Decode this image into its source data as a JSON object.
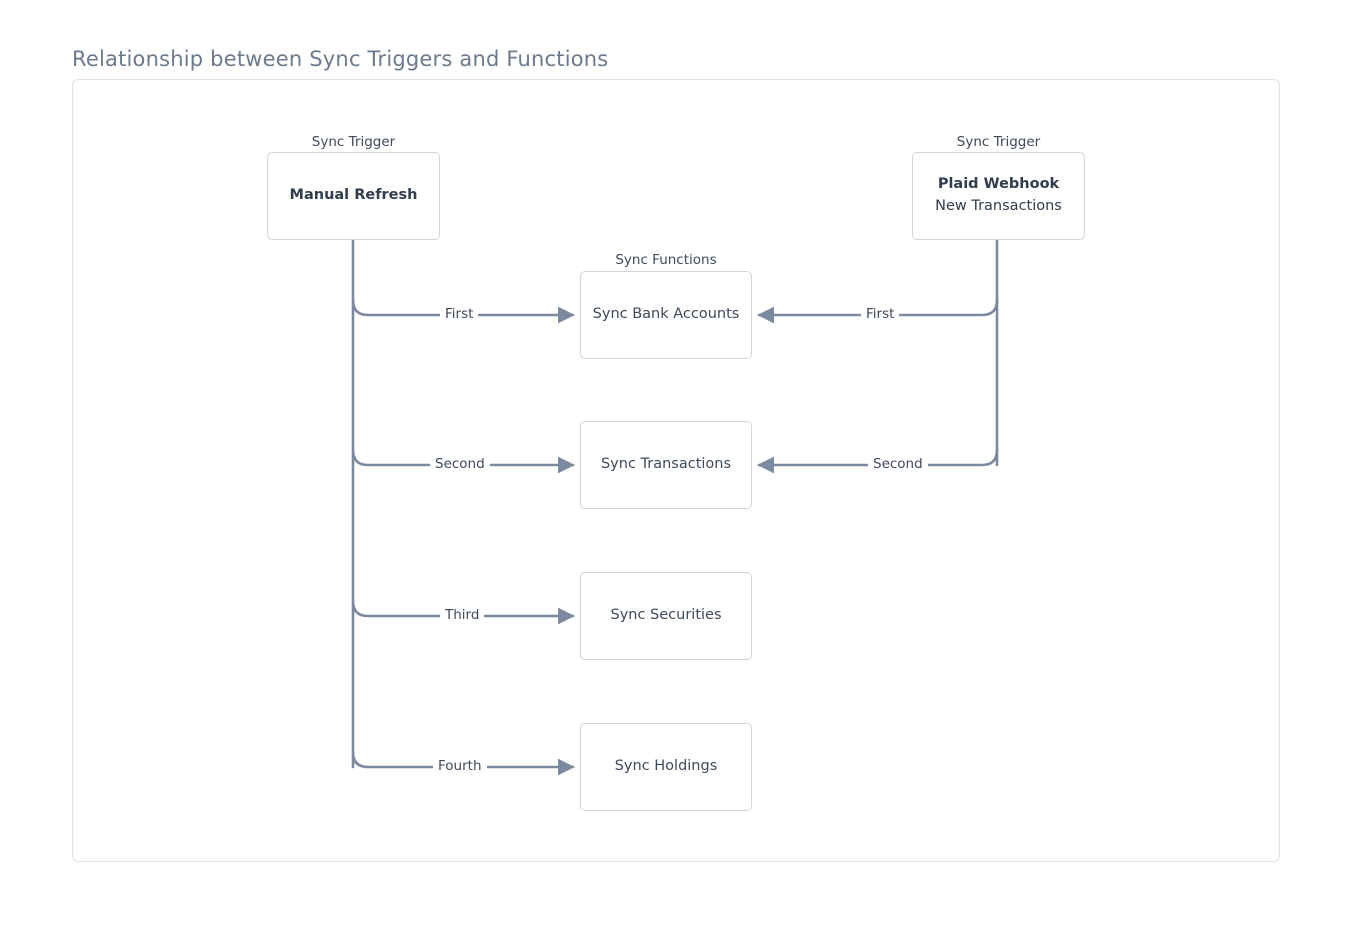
{
  "page": {
    "title": "Relationship between Sync Triggers and Functions"
  },
  "diagram": {
    "type": "flow",
    "group_labels": {
      "trigger_left": "Sync Trigger",
      "trigger_right": "Sync Trigger",
      "functions": "Sync Functions"
    },
    "triggers": [
      {
        "id": "manual-refresh",
        "group_label": "Sync Trigger",
        "primary": "Manual Refresh",
        "secondary": ""
      },
      {
        "id": "plaid-webhook",
        "group_label": "Sync Trigger",
        "primary": "Plaid Webhook",
        "secondary": "New Transactions"
      }
    ],
    "functions": [
      {
        "id": "sync-bank-accounts",
        "label": "Sync Bank Accounts"
      },
      {
        "id": "sync-transactions",
        "label": "Sync Transactions"
      },
      {
        "id": "sync-securities",
        "label": "Sync Securities"
      },
      {
        "id": "sync-holdings",
        "label": "Sync Holdings"
      }
    ],
    "edges": [
      {
        "from": "manual-refresh",
        "to": "sync-bank-accounts",
        "label": "First",
        "direction": "right"
      },
      {
        "from": "manual-refresh",
        "to": "sync-transactions",
        "label": "Second",
        "direction": "right"
      },
      {
        "from": "manual-refresh",
        "to": "sync-securities",
        "label": "Third",
        "direction": "right"
      },
      {
        "from": "manual-refresh",
        "to": "sync-holdings",
        "label": "Fourth",
        "direction": "right"
      },
      {
        "from": "plaid-webhook",
        "to": "sync-bank-accounts",
        "label": "First",
        "direction": "left"
      },
      {
        "from": "plaid-webhook",
        "to": "sync-transactions",
        "label": "Second",
        "direction": "left"
      }
    ],
    "colors": {
      "title_text": "#6b7a8d",
      "frame_border": "#dfe3ea",
      "node_border": "#ccd5de",
      "node_text": "#303d4d",
      "edge_stroke": "#7b8a9e",
      "label_text": "#3d4a5a",
      "background": "#ffffff"
    }
  }
}
